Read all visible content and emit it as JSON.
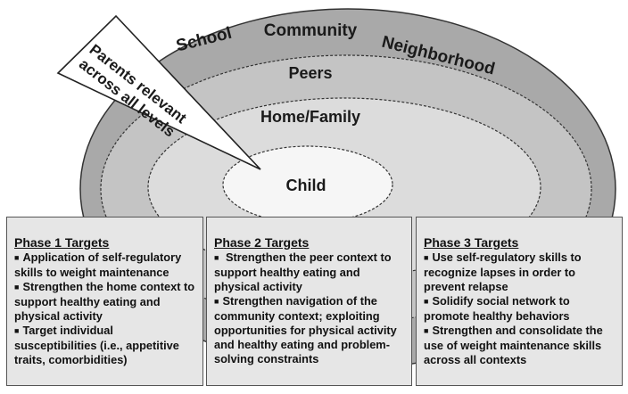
{
  "levels": {
    "school": "School",
    "community": "Community",
    "neighborhood": "Neighborhood",
    "peers": "Peers",
    "home_family": "Home/Family",
    "child": "Child"
  },
  "callout": {
    "line1": "Parents relevant",
    "line2": "across all levels"
  },
  "phases": [
    {
      "title": "Phase 1 Targets",
      "items": [
        "Application of self-regulatory skills to weight maintenance",
        "Strengthen the home context to support healthy eating and physical activity",
        "Target individual susceptibilities (i.e., appetitive traits, comorbidities)"
      ]
    },
    {
      "title": "Phase 2 Targets",
      "items": [
        " Strengthen the peer context to support healthy eating and physical activity",
        "Strengthen navigation of the community context; exploiting opportunities for physical activity and healthy eating and problem-solving constraints"
      ]
    },
    {
      "title": "Phase 3 Targets",
      "items": [
        "Use self-regulatory skills to recognize lapses in order to prevent relapse",
        "Solidify social network to promote healthy behaviors",
        "Strengthen and consolidate the use of weight maintenance skills across all contexts"
      ]
    }
  ],
  "colors": {
    "outer_ring": "#a9a9a9",
    "peers_ring": "#c4c4c4",
    "home_ring": "#dcdcdc",
    "child_core": "#f6f6f6",
    "box_fill": "#e6e6e6"
  }
}
